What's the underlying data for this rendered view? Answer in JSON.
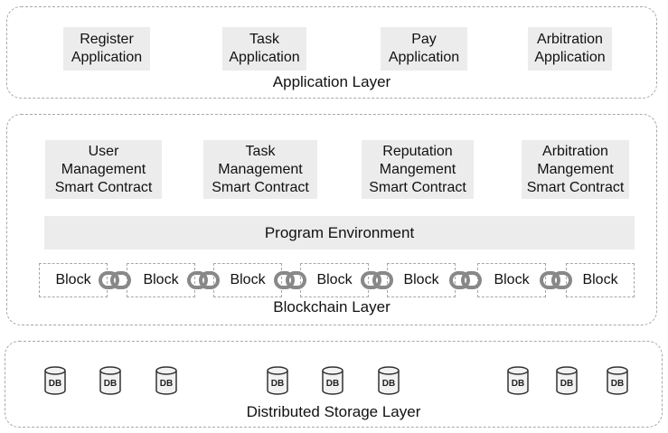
{
  "application_layer": {
    "label": "Application Layer",
    "apps": [
      "Register\nApplication",
      "Task\nApplication",
      "Pay\nApplication",
      "Arbitration\nApplication"
    ]
  },
  "blockchain_layer": {
    "label": "Blockchain Layer",
    "contracts": [
      "User\nManagement\nSmart Contract",
      "Task\nManagement\nSmart Contract",
      "Reputation\nMangement\nSmart Contract",
      "Arbitration\nMangement\nSmart Contract"
    ],
    "program_environment": "Program Environment",
    "blocks": [
      "Block",
      "Block",
      "Block",
      "Block",
      "Block",
      "Block",
      "Block"
    ],
    "link_icon": "chain-link-icon"
  },
  "storage_layer": {
    "label": "Distributed Storage Layer",
    "db_label": "DB",
    "db_icon": "database-icon",
    "db_count": 9
  }
}
